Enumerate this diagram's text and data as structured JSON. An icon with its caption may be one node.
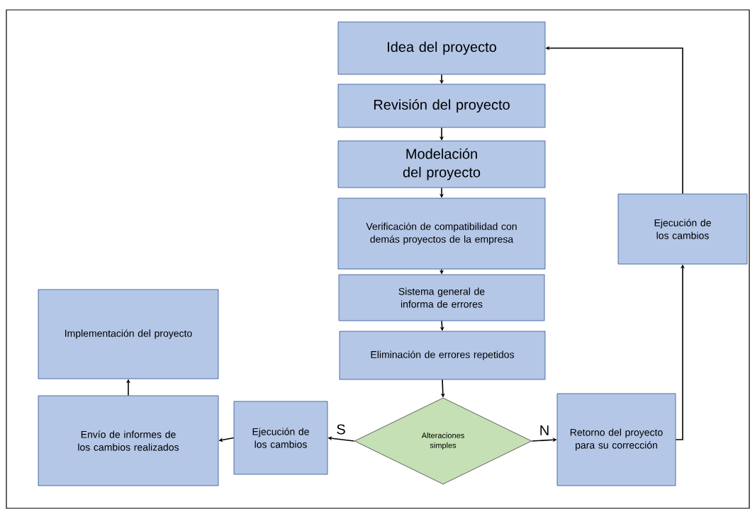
{
  "diagram": {
    "nodes": [
      {
        "text": [
          "Idea del proyecto"
        ]
      },
      {
        "text": [
          "Revisión del proyecto"
        ]
      },
      {
        "text": [
          "Modelación del proyecto"
        ]
      },
      {
        "text": [
          "Verificación de compatibilidad con demás proyectos de la empresa"
        ]
      },
      {
        "text": [
          "Sistema general de informa de errores"
        ]
      },
      {
        "text": [
          "Eliminación de errores repetidos"
        ]
      },
      {
        "text": [
          "Alteraciones simples"
        ]
      },
      {
        "text": [
          "Ejecución de los cambios"
        ]
      },
      {
        "text": [
          "Envío de informes de los cambios realizados"
        ]
      },
      {
        "text": [
          "Implementación del proyecto"
        ]
      },
      {
        "text": [
          "Retorno del proyecto para su corrección"
        ]
      },
      {
        "text": [
          "Ejecución de los cambios"
        ]
      }
    ],
    "edges": [
      {
        "from": 0,
        "to": 1,
        "arrow": "to"
      },
      {
        "from": 1,
        "to": 2,
        "arrow": "to"
      },
      {
        "from": 2,
        "to": 3,
        "arrow": "to"
      },
      {
        "from": 3,
        "to": 4,
        "arrow": "to"
      },
      {
        "from": 4,
        "to": 5,
        "arrow": "to"
      },
      {
        "from": 5,
        "to": 6,
        "arrow": "to"
      },
      {
        "from": 6,
        "to": 7,
        "arrow": "to",
        "label": "S"
      },
      {
        "from": 7,
        "to": 8,
        "arrow": "to"
      },
      {
        "from": 8,
        "to": 9,
        "arrow": "to"
      },
      {
        "from": 6,
        "to": 10,
        "arrow": "to",
        "label": "N"
      },
      {
        "from": 10,
        "to": 11,
        "arrow": "to"
      },
      {
        "from": 11,
        "to": 0,
        "arrow": "to"
      }
    ]
  }
}
